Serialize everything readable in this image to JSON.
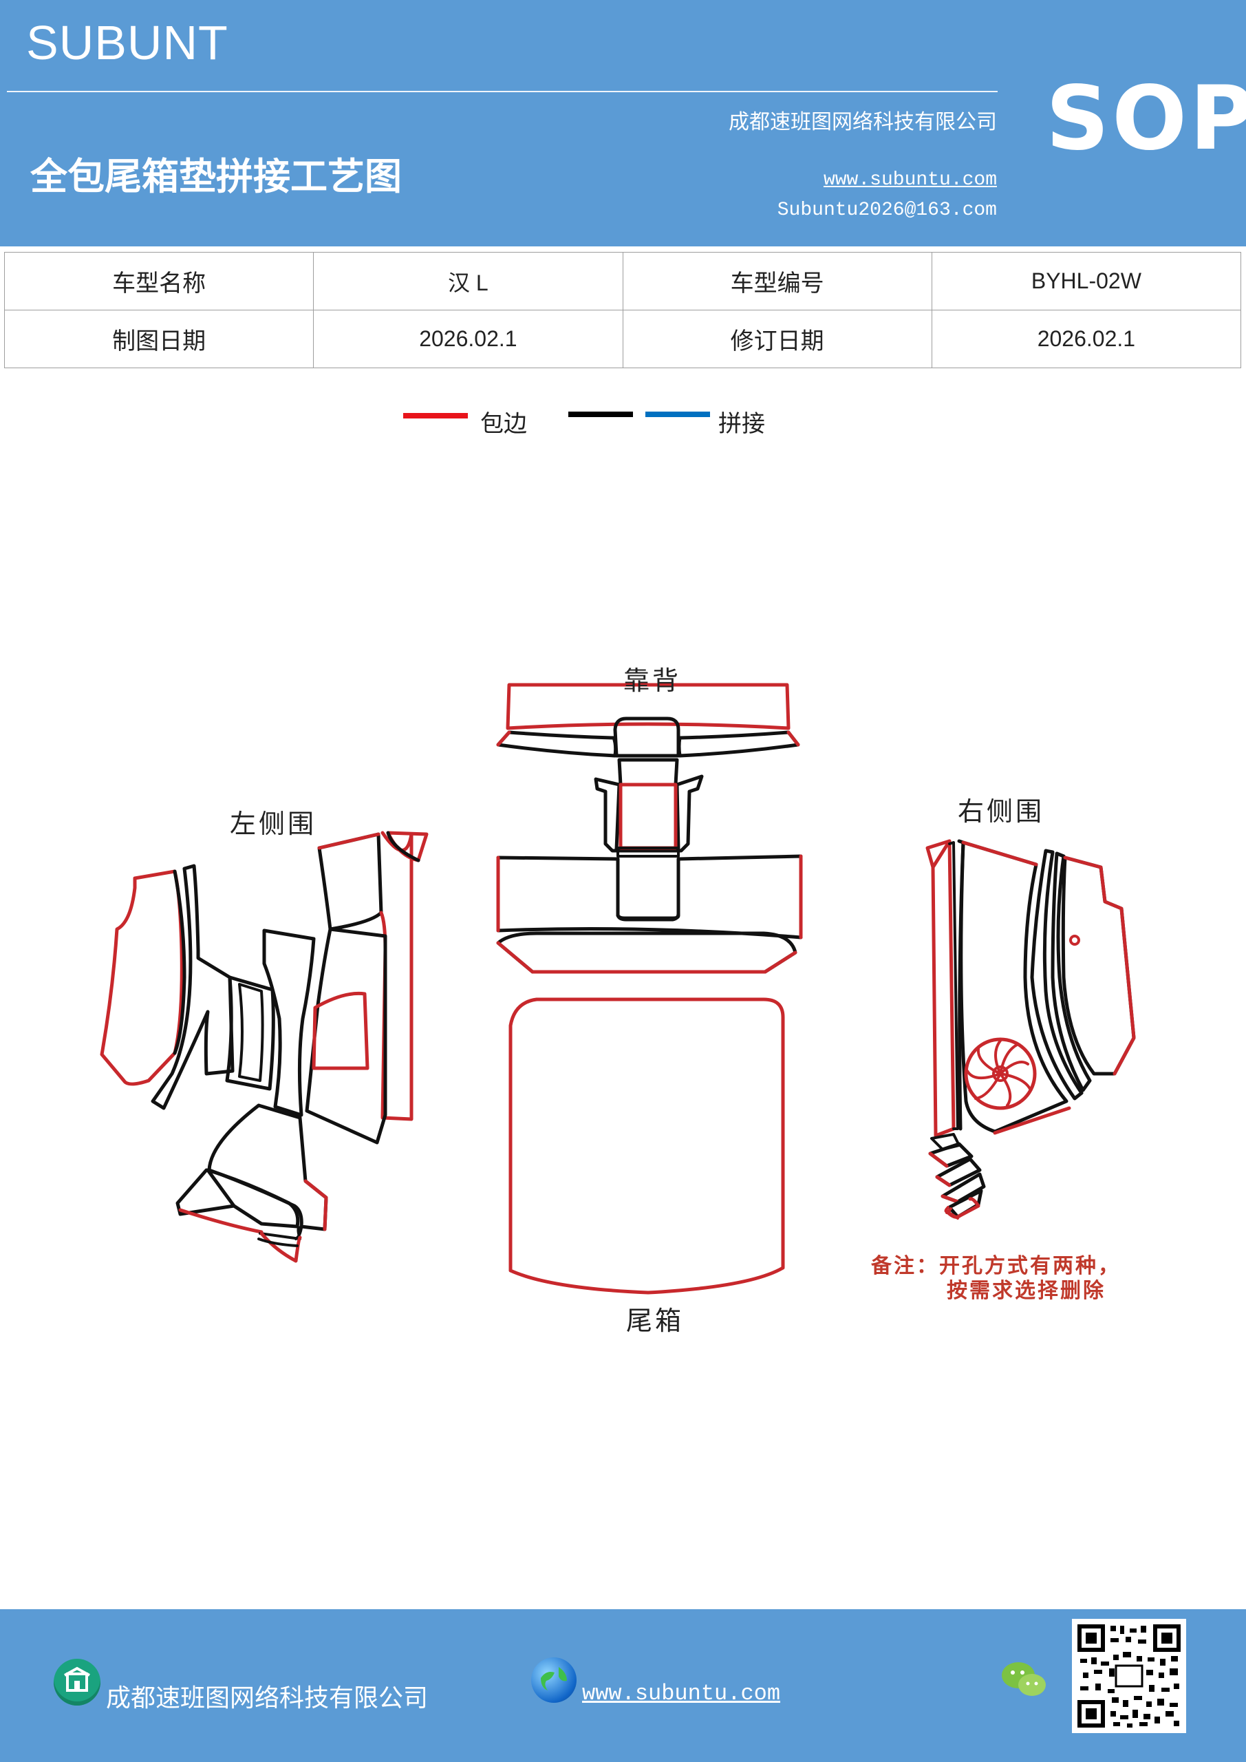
{
  "header": {
    "brand": "SUBUNT",
    "company": "成都速班图网络科技有限公司",
    "title": "全包尾箱垫拼接工艺图",
    "website": "www.subuntu.com",
    "email": "Subuntu2026@163.com",
    "badge": "SOP"
  },
  "info": {
    "model_name_label": "车型名称",
    "model_name_value": "汉 L",
    "model_code_label": "车型编号",
    "model_code_value": "BYHL-02W",
    "draw_date_label": "制图日期",
    "draw_date_value": "2026.02.1",
    "revise_date_label": "修订日期",
    "revise_date_value": "2026.02.1"
  },
  "legend": {
    "hem_label": "包边",
    "splice_label": "拼接",
    "colors": {
      "hem": "#e8141b",
      "black": "#000000",
      "splice": "#0070c0"
    }
  },
  "diagram": {
    "backrest_label": "靠背",
    "left_side_label": "左侧围",
    "right_side_label": "右侧围",
    "trunk_label": "尾箱",
    "note_line1": "备注：开孔方式有两种，",
    "note_line2": "按需求选择删除",
    "colors": {
      "outline": "#111111",
      "hem": "#c8282c",
      "note": "#c0392b"
    }
  },
  "footer": {
    "company": "成都速班图网络科技有限公司",
    "website": "www.subuntu.com",
    "icons": [
      "building-icon",
      "globe-icon",
      "wechat-icon",
      "qr-code"
    ]
  }
}
